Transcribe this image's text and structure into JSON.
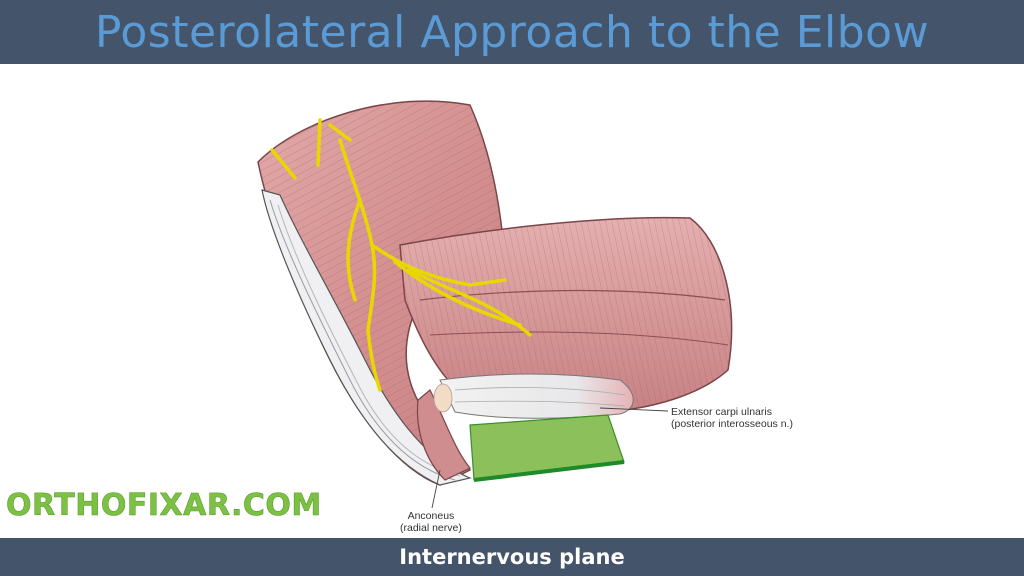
{
  "title": "Posterolateral Approach to the Elbow",
  "footer": "Internervous plane",
  "watermark": "ORTHOFIXAR.COM",
  "labels": {
    "extensor_carpi_ulnaris": {
      "name": "Extensor carpi ulnaris",
      "nerve": "(posterior interosseous n.)"
    },
    "anconeus": {
      "name": "Anconeus",
      "nerve": "(radial nerve)"
    }
  },
  "colors": {
    "header_bg": "#44546a",
    "title_text": "#5b9bd5",
    "footer_text": "#ffffff",
    "watermark": "#7cc143",
    "muscle": "#d99a9a",
    "nerve": "#e8d800",
    "plane": "#8cc05a"
  }
}
